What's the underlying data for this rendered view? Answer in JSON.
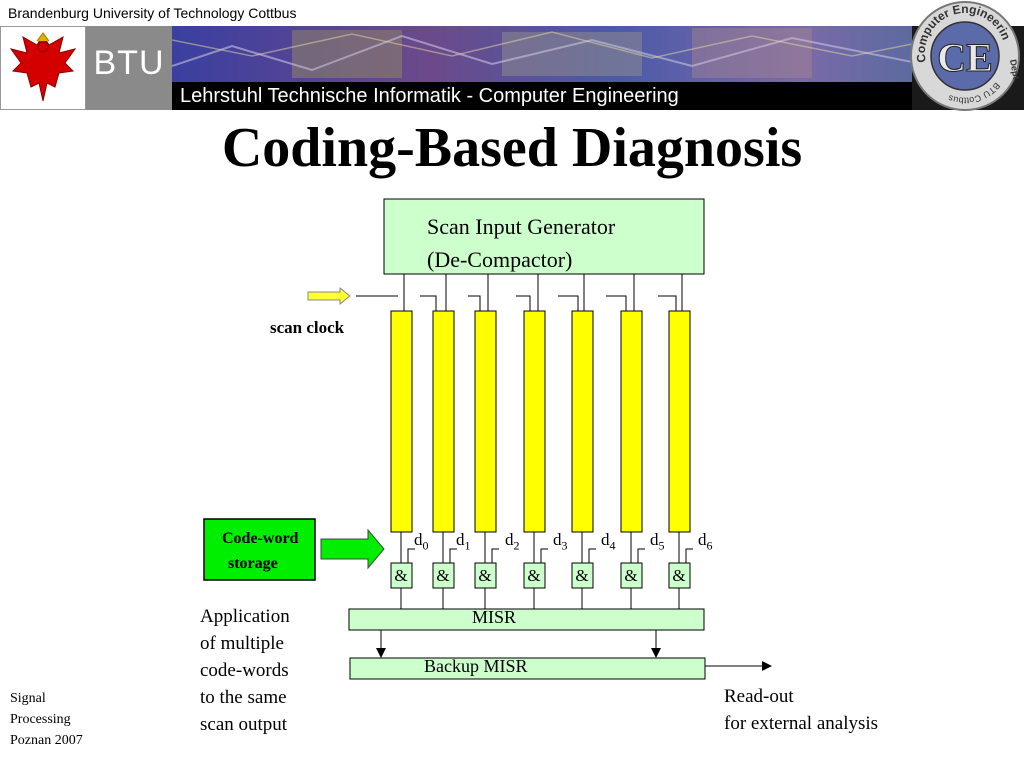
{
  "header": {
    "university": "Brandenburg University of Technology Cottbus",
    "btu": "BTU",
    "chair": "Lehrstuhl Technische Informatik - Computer Engineering",
    "logo_text": "CE",
    "logo_ring_top": "Computer Engineering",
    "logo_ring_right": "Dept.",
    "logo_ring_bottom": "BTU Cottbus"
  },
  "slide": {
    "title": "Coding-Based Diagnosis"
  },
  "diagram": {
    "generator_line1": "Scan Input Generator",
    "generator_line2": "(De-Compactor)",
    "scan_clock": "scan clock",
    "codeword_line1": "Code-word",
    "codeword_line2": "storage",
    "d_base": "d",
    "d_subs": [
      "0",
      "1",
      "2",
      "3",
      "4",
      "5",
      "6"
    ],
    "and_symbol": "&",
    "misr": "MISR",
    "backup_misr": "Backup MISR",
    "application_lines": [
      "Application",
      "of multiple",
      "code-words",
      "to the same",
      "scan output"
    ],
    "readout_lines": [
      "Read-out",
      "for external analysis"
    ]
  },
  "footer": {
    "lines": [
      "Signal",
      "Processing",
      "Poznan 2007"
    ]
  },
  "colors": {
    "chain_yellow": "#ffff00",
    "light_green": "#ccffcc",
    "bright_green": "#00ee00",
    "arrow_yellow": "#ffff33"
  }
}
